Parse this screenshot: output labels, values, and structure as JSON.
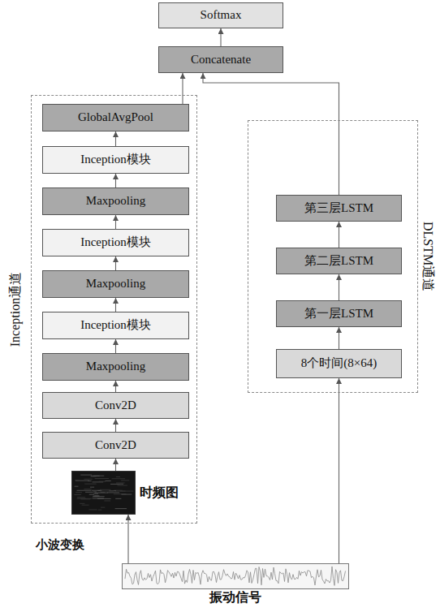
{
  "diagram": {
    "nodes": [
      {
        "text": [
          "Softmax"
        ]
      },
      {
        "text": [
          "Concatenate"
        ]
      },
      {
        "text": [
          "Inception通道"
        ]
      },
      {
        "text": [
          "GlobalAvgPool"
        ],
        "in": 2
      },
      {
        "text": [
          "Inception模块"
        ],
        "in": 2
      },
      {
        "text": [
          "Maxpooling"
        ],
        "in": 2
      },
      {
        "text": [
          "Inception模块"
        ],
        "in": 2
      },
      {
        "text": [
          "Maxpooling"
        ],
        "in": 2
      },
      {
        "text": [
          "Inception模块"
        ],
        "in": 2
      },
      {
        "text": [
          "Maxpooling"
        ],
        "in": 2
      },
      {
        "text": [
          "Conv2D"
        ],
        "in": 2
      },
      {
        "text": [
          "Conv2D"
        ],
        "in": 2
      },
      {
        "text": [
          "时频图"
        ],
        "in": 2
      },
      {
        "text": [
          "DLSTM通道"
        ]
      },
      {
        "text": [
          "第三层LSTM"
        ],
        "in": 13
      },
      {
        "text": [
          "第二层LSTM"
        ],
        "in": 13
      },
      {
        "text": [
          "第一层LSTM"
        ],
        "in": 13
      },
      {
        "text": [
          "8个时间(8×64)"
        ],
        "in": 13
      },
      {
        "text": [
          "振动信号"
        ]
      }
    ],
    "edges": [
      {
        "from": 18,
        "to": 12,
        "label": "小波变换",
        "arrow": "to"
      },
      {
        "from": 12,
        "to": 11,
        "arrow": "to"
      },
      {
        "from": 11,
        "to": 10,
        "arrow": "to"
      },
      {
        "from": 10,
        "to": 9,
        "arrow": "to"
      },
      {
        "from": 9,
        "to": 8,
        "arrow": "to"
      },
      {
        "from": 8,
        "to": 7,
        "arrow": "to"
      },
      {
        "from": 7,
        "to": 6,
        "arrow": "to"
      },
      {
        "from": 6,
        "to": 5,
        "arrow": "to"
      },
      {
        "from": 5,
        "to": 4,
        "arrow": "to"
      },
      {
        "from": 4,
        "to": 3,
        "arrow": "to"
      },
      {
        "from": 3,
        "to": 1,
        "arrow": "to"
      },
      {
        "from": 18,
        "to": 17,
        "arrow": "to"
      },
      {
        "from": 17,
        "to": 16,
        "arrow": "to"
      },
      {
        "from": 16,
        "to": 15,
        "arrow": "to"
      },
      {
        "from": 15,
        "to": 14,
        "arrow": "to"
      },
      {
        "from": 14,
        "to": 1,
        "arrow": "to"
      },
      {
        "from": 1,
        "to": 0,
        "arrow": "to"
      }
    ]
  }
}
